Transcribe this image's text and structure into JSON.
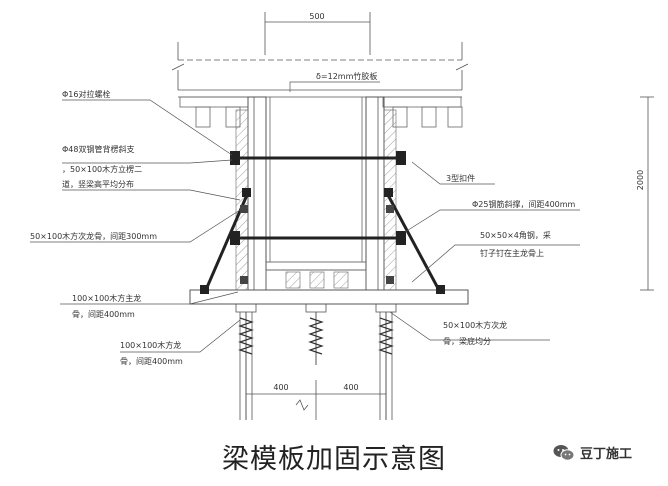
{
  "diagram": {
    "top_dimension": "500",
    "right_dimension": "2000",
    "bottom_dims": [
      "400",
      "400"
    ],
    "labels": {
      "ms": "Φ16对拉螺栓",
      "plywood": "δ=12mm竹胶板",
      "clamp": "3型扣件",
      "steel1": "Φ48双钢管背楞斜支",
      "steel2": "，50×100木方立楞二",
      "steel3": "道，竖梁高平均分布",
      "diag1": "Φ25钢筋斜撑，间距400mm",
      "sec_ribs": "50×100木方次龙骨，间距300mm",
      "angle1": "50×50×4角钢，采",
      "angle2": "钉子钉在主龙骨上",
      "main1": "100×100木方主龙",
      "main2": "骨，间距400mm",
      "bot_main1": "100×100木方龙",
      "bot_main2": "骨，间距400mm",
      "right_bot1": "50×100木方次龙",
      "right_bot2": "骨，梁底均分"
    }
  },
  "caption": "梁模板加固示意图",
  "brand": {
    "icon": "wechat-icon",
    "name": "豆丁施工"
  }
}
